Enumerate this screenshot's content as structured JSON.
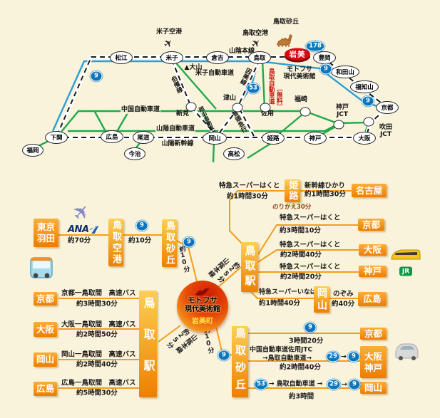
{
  "badges": {
    "r9": "9",
    "r29": "29",
    "r53": "53",
    "r178": "178"
  },
  "map": {
    "yonago_airport": "米子空港",
    "tottori_airport": "鳥取空港",
    "tottori_sakyu": "鳥取砂丘",
    "iwami": "岩美",
    "museum_l1": "モトフサ",
    "museum_l2": "現代美術館",
    "daisen": "▲大山",
    "st_matsue": "松江",
    "st_yonago": "米子",
    "st_kurayoshi": "倉吉",
    "st_tottori": "鳥取",
    "st_toyooka": "豊岡",
    "st_wadayama": "和田山",
    "st_fukuchiyama": "福知山",
    "st_kyoto": "京都",
    "st_shimonoseki": "下関",
    "st_fukuoka": "福岡",
    "st_hiroshima": "広島",
    "st_onomichi": "尾道",
    "st_imabari": "今治",
    "st_okayama": "岡山",
    "st_takamatsu": "高松",
    "st_himeji": "姫路",
    "st_kobe": "神戸",
    "st_osaka": "大阪",
    "niimi": "新見",
    "tsuyama": "津山",
    "sayo": "佐用",
    "fukusaki": "福崎",
    "kobe_jct_l1": "神戸",
    "kobe_jct_l2": "JCT",
    "suita_jct_l1": "吹田",
    "suita_jct_l2": "JCT",
    "ln_sanin": "山陰本線",
    "ln_hakubi": "伯備線",
    "ln_inbi": "因美線",
    "ln_chizu": "智頭急行",
    "ex_yonago": "米子自動車道",
    "ex_chugoku": "中国自動車道",
    "ex_sanyo": "山陽自動車道",
    "ex_okayama": "岡山自動車道",
    "shink_sanyo": "山陽新幹線",
    "ex_tottori": "鳥取自動車道",
    "ex_tottori_free": "〔無料〕"
  },
  "diagram": {
    "tokyo": "東京",
    "haneda": "羽田",
    "ana": "ANA",
    "t70": "約70分",
    "t10": "約10分",
    "tottori_airport": "鳥取空港",
    "tottori_sakyu": "鳥取砂丘",
    "tottori_sta": "鳥取駅",
    "himeji": "姫路",
    "nagoya": "名古屋",
    "kyoto": "京都",
    "osaka": "大阪",
    "kobe": "神戸",
    "okayama": "岡山",
    "hiroshima": "広島",
    "hakuto": "特急スーパーはくと",
    "inaba": "特急スーパーいなば",
    "hikari": "新幹線ひかり",
    "nozomi": "のぞみ",
    "t1h30": "約1時間30分",
    "t3h10": "約3時間10分",
    "t2h40": "約2時間40分",
    "t2h20": "約2時間20分",
    "t1h40": "約1時間40分",
    "t40": "約40分",
    "transfer": "のりかえ30分",
    "sanin": "山陰本線",
    "t25": "約25分",
    "bus_kyoto": "京都一鳥取間　高速バス",
    "bus_kyoto_t": "約3時間30分",
    "bus_osaka": "大阪一鳥取間　高速バス",
    "bus_osaka_t": "約2時間50分",
    "bus_okayama": "岡山一鳥取間　高速バス",
    "bus_okayama_t": "約2時間40分",
    "bus_hiroshima": "広島一鳥取間　高速バス",
    "bus_hiroshima_t": "約5時間30分",
    "museum_l1": "モトフサ",
    "museum_l2": "現代美術館",
    "iwamicho": "岩美町",
    "t3h20": "3時間20分",
    "sayo_jtc": "中国自動車道佐用JTC",
    "to_totexp": "→鳥取自動車道→",
    "car_t2h40": "約2時間40分",
    "r3_text": "→ 鳥取自動車道 →",
    "t3h": "約3時間",
    "arrow": "→",
    "jr": "JR"
  }
}
